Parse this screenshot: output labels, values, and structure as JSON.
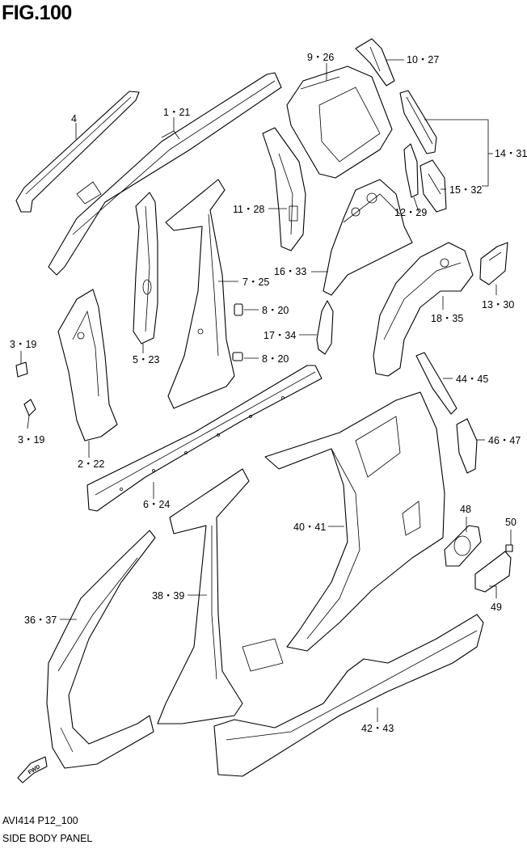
{
  "figure": {
    "title": "FIG.100",
    "code": "AVI414 P12_100",
    "name": "SIDE BODY PANEL",
    "fwd_label": "FWD"
  },
  "callouts": [
    {
      "id": "c4",
      "text": "4"
    },
    {
      "id": "c1-21",
      "text": "1・21"
    },
    {
      "id": "c9-26",
      "text": "9・26"
    },
    {
      "id": "c10-27",
      "text": "10・27"
    },
    {
      "id": "c14-31",
      "text": "14・31"
    },
    {
      "id": "c15-32",
      "text": "15・32"
    },
    {
      "id": "c12-29",
      "text": "12・29"
    },
    {
      "id": "c11-28",
      "text": "11・28"
    },
    {
      "id": "c16-33",
      "text": "16・33"
    },
    {
      "id": "c7-25",
      "text": "7・25"
    },
    {
      "id": "c8-20a",
      "text": "8・20"
    },
    {
      "id": "c8-20b",
      "text": "8・20"
    },
    {
      "id": "c17-34",
      "text": "17・34"
    },
    {
      "id": "c18-35",
      "text": "18・35"
    },
    {
      "id": "c13-30",
      "text": "13・30"
    },
    {
      "id": "c3-19a",
      "text": "3・19"
    },
    {
      "id": "c3-19b",
      "text": "3・19"
    },
    {
      "id": "c5-23",
      "text": "5・23"
    },
    {
      "id": "c2-22",
      "text": "2・22"
    },
    {
      "id": "c44-45",
      "text": "44・45"
    },
    {
      "id": "c46-47",
      "text": "46・47"
    },
    {
      "id": "c6-24",
      "text": "6・24"
    },
    {
      "id": "c40-41",
      "text": "40・41"
    },
    {
      "id": "c48",
      "text": "48"
    },
    {
      "id": "c50",
      "text": "50"
    },
    {
      "id": "c49",
      "text": "49"
    },
    {
      "id": "c38-39",
      "text": "38・39"
    },
    {
      "id": "c36-37",
      "text": "36・37"
    },
    {
      "id": "c42-43",
      "text": "42・43"
    }
  ]
}
